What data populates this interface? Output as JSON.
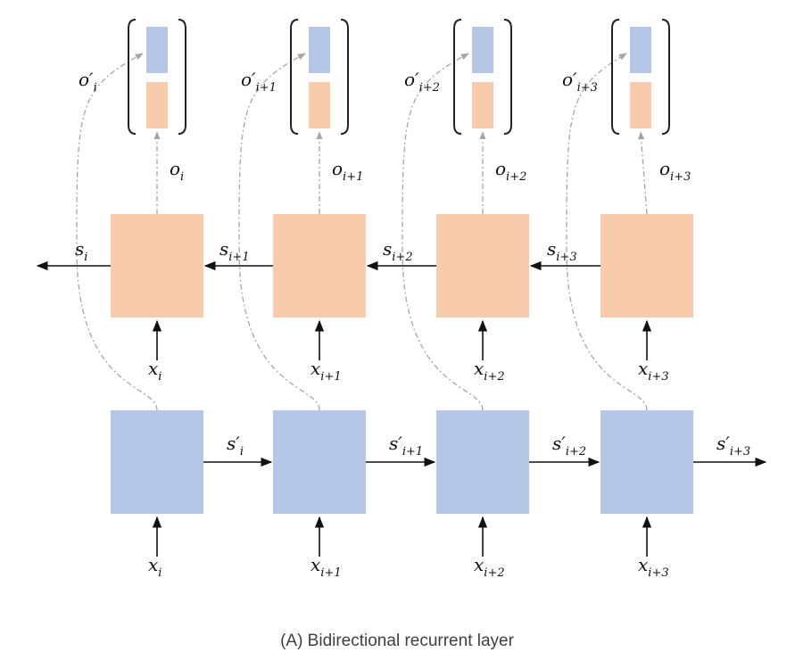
{
  "caption": "(A) Bidirectional recurrent layer",
  "colors": {
    "forward_cell": "#b4c7e7",
    "backward_cell": "#f8cbad",
    "arrow": "#111111",
    "dashed_connector": "#a6a6a6",
    "bracket": "#222222"
  },
  "steps": [
    {
      "output_concat": {
        "base": "o′",
        "sub": "i"
      },
      "backward_output": {
        "base": "o",
        "sub": "i"
      },
      "backward_state": {
        "base": "s",
        "sub": "i"
      },
      "backward_input": {
        "base": "x",
        "sub": "i"
      },
      "forward_state": {
        "base": "s′",
        "sub": "i"
      },
      "forward_input": {
        "base": "x",
        "sub": "i"
      }
    },
    {
      "output_concat": {
        "base": "o′",
        "sub": "i+1"
      },
      "backward_output": {
        "base": "o",
        "sub": "i+1"
      },
      "backward_state": {
        "base": "s",
        "sub": "i+1"
      },
      "backward_input": {
        "base": "x",
        "sub": "i+1"
      },
      "forward_state": {
        "base": "s′",
        "sub": "i+1"
      },
      "forward_input": {
        "base": "x",
        "sub": "i+1"
      }
    },
    {
      "output_concat": {
        "base": "o′",
        "sub": "i+2"
      },
      "backward_output": {
        "base": "o",
        "sub": "i+2"
      },
      "backward_state": {
        "base": "s",
        "sub": "i+2"
      },
      "backward_input": {
        "base": "x",
        "sub": "i+2"
      },
      "forward_state": {
        "base": "s′",
        "sub": "i+2"
      },
      "forward_input": {
        "base": "x",
        "sub": "i+2"
      }
    },
    {
      "output_concat": {
        "base": "o′",
        "sub": "i+3"
      },
      "backward_output": {
        "base": "o",
        "sub": "i+3"
      },
      "backward_state": {
        "base": "s",
        "sub": "i+3"
      },
      "backward_input": {
        "base": "x",
        "sub": "i+3"
      },
      "forward_state": {
        "base": "s′",
        "sub": "i+3"
      },
      "forward_input": {
        "base": "x",
        "sub": "i+3"
      }
    }
  ]
}
